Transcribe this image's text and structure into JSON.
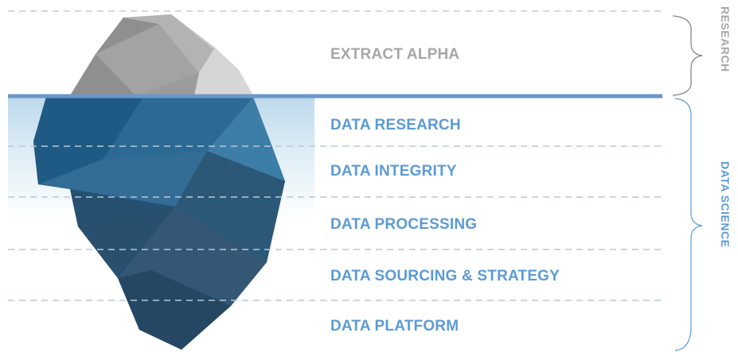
{
  "colors": {
    "above_text": "#a6a6a6",
    "below_text": "#5b9bd5",
    "waterline": "#6a97c9",
    "dash": "#b7c9d9",
    "bracket_top": "#7f7f7f",
    "bracket_bottom": "#5b9bd5"
  },
  "above_water": {
    "layers": [
      {
        "label": "EXTRACT  ALPHA"
      }
    ]
  },
  "below_water": {
    "layers": [
      {
        "label": "DATA  RESEARCH"
      },
      {
        "label": "DATA  INTEGRITY"
      },
      {
        "label": "DATA  PROCESSING"
      },
      {
        "label": "DATA  SOURCING  & STRATEGY"
      },
      {
        "label": "DATA  PLATFORM"
      }
    ]
  },
  "groups": {
    "research": {
      "label": "RESEARCH"
    },
    "data_science": {
      "label": "DATA  SCIENCE"
    }
  }
}
